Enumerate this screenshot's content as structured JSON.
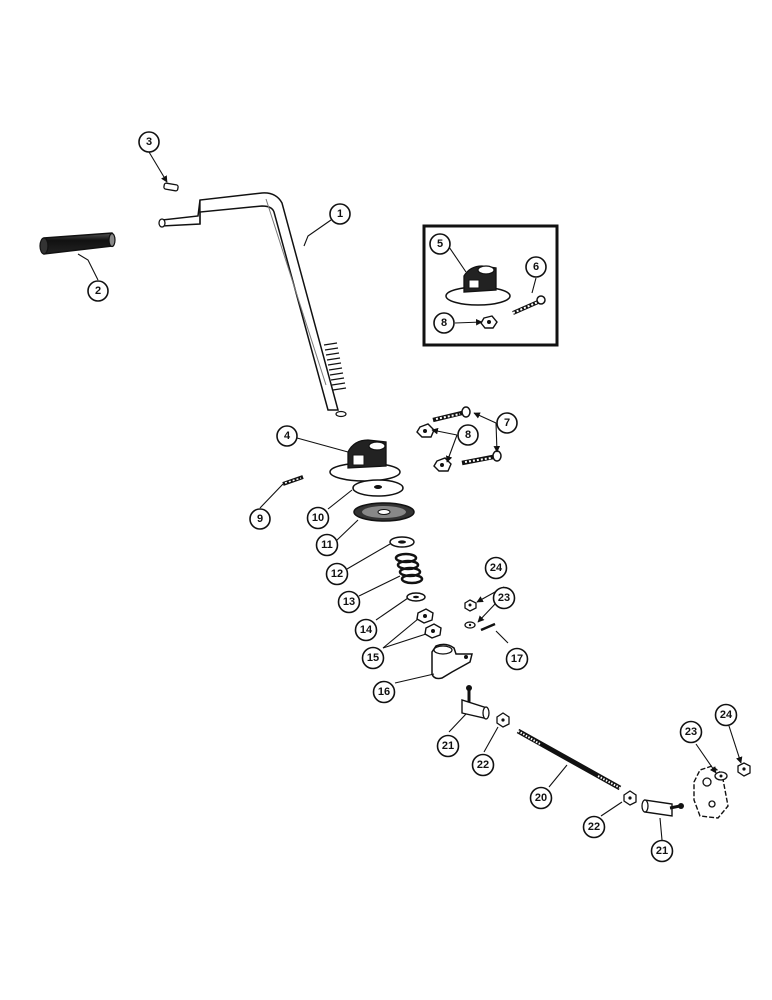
{
  "colors": {
    "ink": "#111111",
    "background": "#ffffff"
  },
  "callouts": {
    "c1": "1",
    "c2": "2",
    "c3": "3",
    "c4": "4",
    "c5": "5",
    "c6": "6",
    "c7": "7",
    "c8a": "8",
    "c8b": "8",
    "c9": "9",
    "c10": "10",
    "c11": "11",
    "c12": "12",
    "c13": "13",
    "c14": "14",
    "c15": "15",
    "c16": "16",
    "c17": "17",
    "c20": "20",
    "c21a": "21",
    "c21b": "21",
    "c22a": "22",
    "c22b": "22",
    "c23a": "23",
    "c23b": "23",
    "c24a": "24",
    "c24b": "24"
  }
}
